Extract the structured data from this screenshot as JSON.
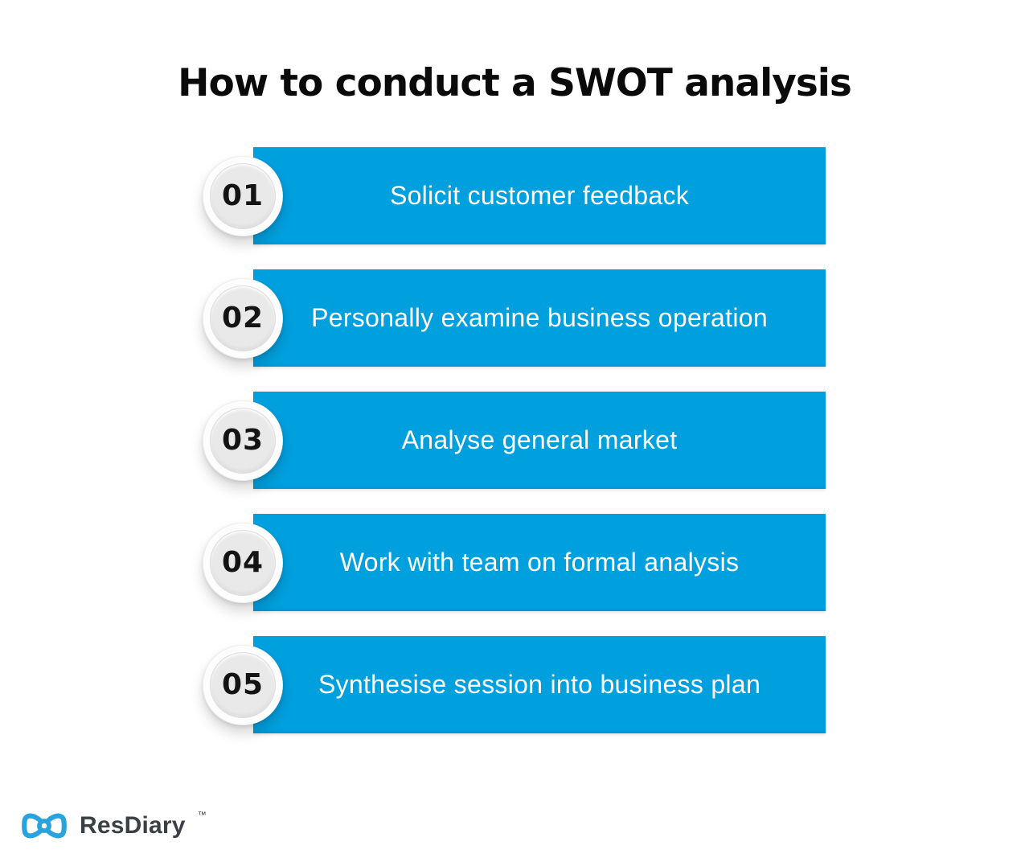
{
  "title": "How to conduct a SWOT analysis",
  "steps": [
    {
      "number": "01",
      "label": "Solicit customer feedback"
    },
    {
      "number": "02",
      "label": "Personally examine business operation"
    },
    {
      "number": "03",
      "label": "Analyse general market"
    },
    {
      "number": "04",
      "label": "Work with team on formal analysis"
    },
    {
      "number": "05",
      "label": "Synthesise session into business plan"
    }
  ],
  "footer": {
    "brand": "ResDiary",
    "trademark": "™",
    "logo_icon": "resdiary-bow-icon"
  },
  "colors": {
    "bar_blue": "#00A0DF",
    "logo_blue": "#29A3DE",
    "badge_fill": "#E9E9E9",
    "text_on_bar": "#FFFFFF",
    "title": "#0A0A0A",
    "brand_text": "#3A4146"
  }
}
